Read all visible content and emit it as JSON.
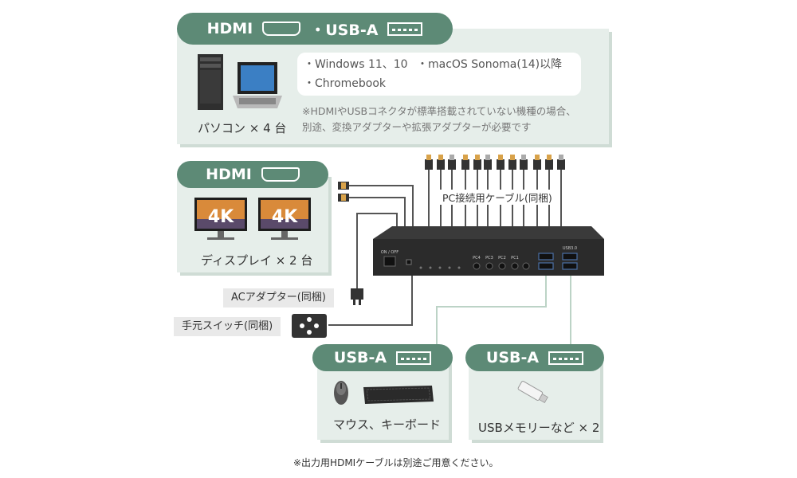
{
  "pc_section": {
    "connectors": [
      "HDMI",
      "・USB-A"
    ],
    "os_list": [
      "・Windows 11、10",
      "・macOS Sonoma(14)以降",
      "・Chromebook"
    ],
    "note_lines": [
      "※HDMIやUSBコネクタが標準搭載されていない機種の場合、",
      "別途、変換アダプターや拡張アダプターが必要です"
    ],
    "caption": "パソコン × 4 台"
  },
  "display_section": {
    "connector": "HDMI",
    "screen_text": "4K",
    "caption": "ディスプレイ × 2 台"
  },
  "pc_cable_label": "PC接続用ケーブル(同梱)",
  "ac_adapter_label": "ACアダプター(同梱)",
  "hand_switch_label": "手元スイッチ(同梱)",
  "device": {
    "power_label": "ON / OFF",
    "port_labels": [
      "PC4",
      "PC3",
      "PC2",
      "PC1"
    ],
    "usb_label": "USB3.0"
  },
  "mouse_section": {
    "connector": "USB-A",
    "caption": "マウス、キーボード"
  },
  "usb_memory_section": {
    "connector": "USB-A",
    "caption": "USBメモリーなど × 2"
  },
  "footer_note": "※出力用HDMIケーブルは別途ご用意ください。",
  "colors": {
    "accent": "#5d8a76",
    "panel": "#e6eeea",
    "device": "#2b2b2b"
  }
}
